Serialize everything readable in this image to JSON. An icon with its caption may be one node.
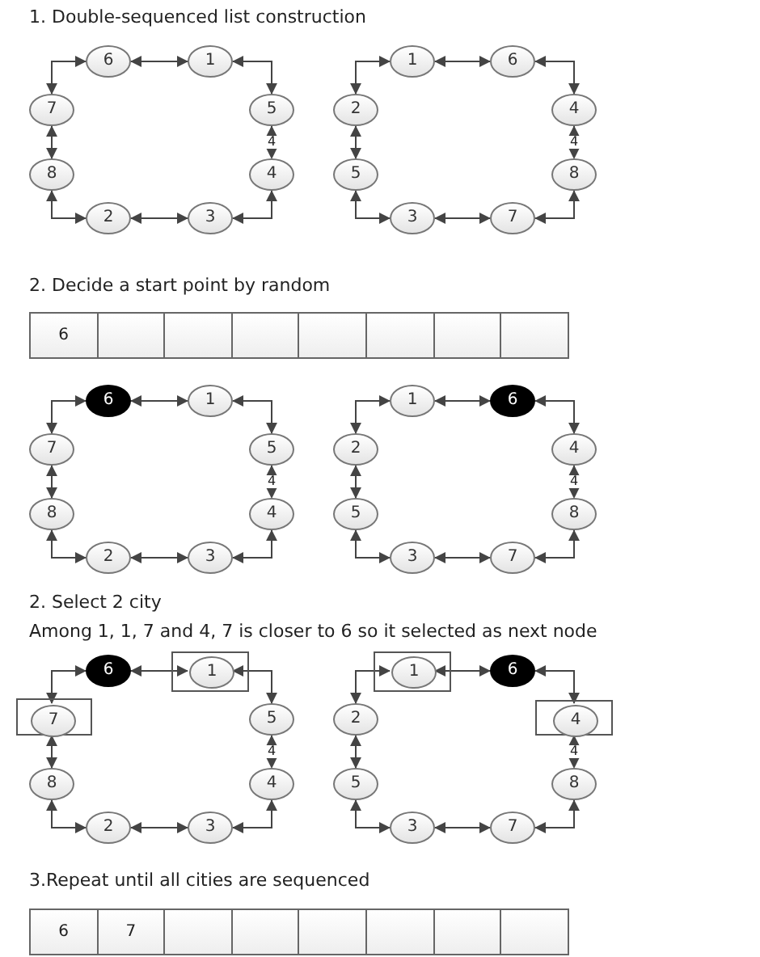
{
  "diagram": {
    "nodes": [
      {
        "text": [
          "6"
        ]
      },
      {
        "text": [
          "1"
        ]
      },
      {
        "text": [
          "7"
        ]
      },
      {
        "text": [
          "5"
        ]
      },
      {
        "text": [
          "8"
        ]
      },
      {
        "text": [
          "4"
        ]
      },
      {
        "text": [
          "2"
        ]
      },
      {
        "text": [
          "3"
        ]
      },
      {
        "text": [
          "1"
        ]
      },
      {
        "text": [
          "6"
        ]
      },
      {
        "text": [
          "2"
        ]
      },
      {
        "text": [
          "4"
        ]
      },
      {
        "text": [
          "5"
        ]
      },
      {
        "text": [
          "8"
        ]
      },
      {
        "text": [
          "3"
        ]
      },
      {
        "text": [
          "7"
        ]
      },
      {
        "text": [
          "6"
        ]
      },
      {
        "text": [
          "1"
        ]
      },
      {
        "text": [
          "7"
        ]
      },
      {
        "text": [
          "5"
        ]
      },
      {
        "text": [
          "8"
        ]
      },
      {
        "text": [
          "4"
        ]
      },
      {
        "text": [
          "2"
        ]
      },
      {
        "text": [
          "3"
        ]
      },
      {
        "text": [
          "1"
        ]
      },
      {
        "text": [
          "6"
        ]
      },
      {
        "text": [
          "2"
        ]
      },
      {
        "text": [
          "4"
        ]
      },
      {
        "text": [
          "5"
        ]
      },
      {
        "text": [
          "8"
        ]
      },
      {
        "text": [
          "3"
        ]
      },
      {
        "text": [
          "7"
        ]
      },
      {
        "text": [
          "6"
        ]
      },
      {
        "text": [],
        "shape": "box"
      },
      {
        "text": [
          "1"
        ],
        "in": 33
      },
      {
        "text": [],
        "shape": "box"
      },
      {
        "text": [
          "7"
        ],
        "in": 35
      },
      {
        "text": [
          "5"
        ]
      },
      {
        "text": [
          "8"
        ]
      },
      {
        "text": [
          "4"
        ]
      },
      {
        "text": [
          "2"
        ]
      },
      {
        "text": [
          "3"
        ]
      },
      {
        "text": [],
        "shape": "box"
      },
      {
        "text": [
          "1"
        ],
        "in": 42
      },
      {
        "text": [
          "6"
        ]
      },
      {
        "text": [
          "2"
        ]
      },
      {
        "text": [],
        "shape": "box"
      },
      {
        "text": [
          "4"
        ],
        "in": 46
      },
      {
        "text": [
          "5"
        ]
      },
      {
        "text": [
          "8"
        ]
      },
      {
        "text": [
          "3"
        ]
      },
      {
        "text": [
          "7"
        ]
      }
    ],
    "edges": [
      {
        "from": 0,
        "to": 1,
        "arrow": "both"
      },
      {
        "from": 1,
        "to": 3,
        "arrow": "both"
      },
      {
        "from": 3,
        "to": 5,
        "arrow": "both",
        "label": "4",
        "style": "dashed"
      },
      {
        "from": 5,
        "to": 7,
        "arrow": "both"
      },
      {
        "from": 7,
        "to": 6,
        "arrow": "both"
      },
      {
        "from": 6,
        "to": 4,
        "arrow": "both"
      },
      {
        "from": 4,
        "to": 2,
        "arrow": "both"
      },
      {
        "from": 2,
        "to": 0,
        "arrow": "both"
      },
      {
        "from": 8,
        "to": 9,
        "arrow": "both"
      },
      {
        "from": 9,
        "to": 11,
        "arrow": "both"
      },
      {
        "from": 11,
        "to": 13,
        "arrow": "both",
        "label": "4",
        "style": "dashed"
      },
      {
        "from": 13,
        "to": 15,
        "arrow": "both"
      },
      {
        "from": 15,
        "to": 14,
        "arrow": "both"
      },
      {
        "from": 14,
        "to": 12,
        "arrow": "both"
      },
      {
        "from": 12,
        "to": 10,
        "arrow": "both"
      },
      {
        "from": 10,
        "to": 8,
        "arrow": "both"
      },
      {
        "from": 16,
        "to": 17,
        "arrow": "both"
      },
      {
        "from": 17,
        "to": 19,
        "arrow": "both"
      },
      {
        "from": 19,
        "to": 21,
        "arrow": "both",
        "label": "4",
        "style": "dashed"
      },
      {
        "from": 21,
        "to": 23,
        "arrow": "both"
      },
      {
        "from": 23,
        "to": 22,
        "arrow": "both"
      },
      {
        "from": 22,
        "to": 20,
        "arrow": "both"
      },
      {
        "from": 20,
        "to": 18,
        "arrow": "both"
      },
      {
        "from": 18,
        "to": 16,
        "arrow": "both"
      },
      {
        "from": 24,
        "to": 25,
        "arrow": "both"
      },
      {
        "from": 25,
        "to": 27,
        "arrow": "both"
      },
      {
        "from": 27,
        "to": 29,
        "arrow": "both",
        "label": "4",
        "style": "dashed"
      },
      {
        "from": 29,
        "to": 31,
        "arrow": "both"
      },
      {
        "from": 31,
        "to": 30,
        "arrow": "both"
      },
      {
        "from": 30,
        "to": 28,
        "arrow": "both"
      },
      {
        "from": 28,
        "to": 26,
        "arrow": "both"
      },
      {
        "from": 26,
        "to": 24,
        "arrow": "both"
      },
      {
        "from": 32,
        "to": 34,
        "arrow": "both"
      },
      {
        "from": 34,
        "to": 37,
        "arrow": "both"
      },
      {
        "from": 37,
        "to": 39,
        "arrow": "both",
        "label": "4",
        "style": "dashed"
      },
      {
        "from": 39,
        "to": 41,
        "arrow": "both"
      },
      {
        "from": 41,
        "to": 40,
        "arrow": "both"
      },
      {
        "from": 40,
        "to": 38,
        "arrow": "both"
      },
      {
        "from": 38,
        "to": 36,
        "arrow": "both"
      },
      {
        "from": 36,
        "to": 32,
        "arrow": "both"
      },
      {
        "from": 43,
        "to": 44,
        "arrow": "both"
      },
      {
        "from": 44,
        "to": 47,
        "arrow": "both"
      },
      {
        "from": 47,
        "to": 49,
        "arrow": "both",
        "label": "4",
        "style": "dashed"
      },
      {
        "from": 49,
        "to": 51,
        "arrow": "both"
      },
      {
        "from": 51,
        "to": 50,
        "arrow": "both"
      },
      {
        "from": 50,
        "to": 48,
        "arrow": "both"
      },
      {
        "from": 48,
        "to": 45,
        "arrow": "both"
      },
      {
        "from": 45,
        "to": 43,
        "arrow": "both"
      }
    ],
    "labels": [
      "1. Double-sequenced list construction",
      "2. Decide a start point by random",
      "6",
      "2. Select 2 city",
      "Among 1, 1, 7 and 4, 7 is closer to 6 so it selected as next node",
      "3.Repeat until all cities are sequenced",
      "6",
      "7"
    ]
  }
}
